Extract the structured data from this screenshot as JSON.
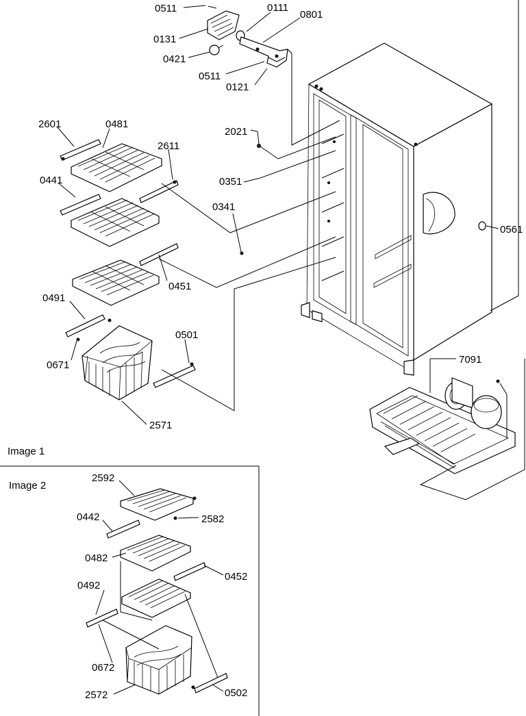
{
  "sections": {
    "image1": "Image 1",
    "image2": "Image 2"
  },
  "labels": {
    "l0511a": "0511",
    "l0111": "0111",
    "l0801": "0801",
    "l0131": "0131",
    "l0421": "0421",
    "l0511b": "0511",
    "l0121": "0121",
    "l2601": "2601",
    "l0481": "0481",
    "l2611": "2611",
    "l2021": "2021",
    "l0441": "0441",
    "l0351": "0351",
    "l0341": "0341",
    "l0561": "0561",
    "l0451": "0451",
    "l0491": "0491",
    "l0501": "0501",
    "l0671": "0671",
    "l7091": "7091",
    "l2571": "2571",
    "l2592": "2592",
    "l2582": "2582",
    "l0442": "0442",
    "l0482": "0482",
    "l0452": "0452",
    "l0492": "0492",
    "l0672": "0672",
    "l2572": "2572",
    "l0502": "0502"
  }
}
